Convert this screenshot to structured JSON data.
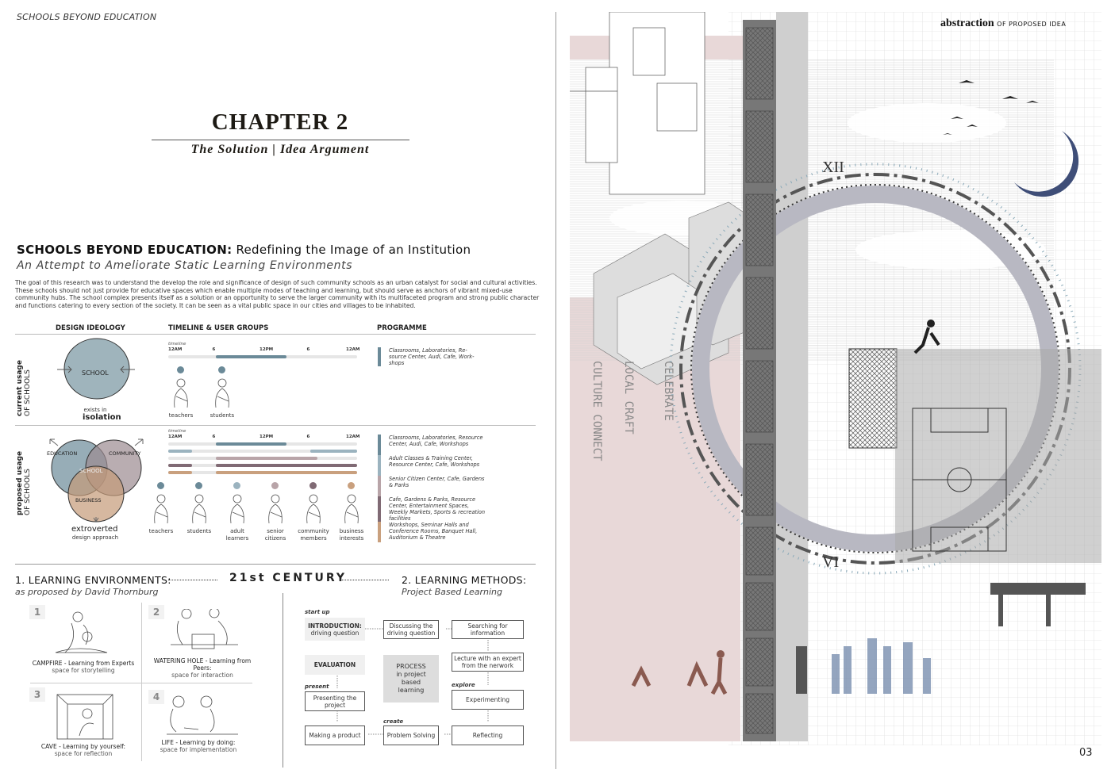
{
  "running_header": "SCHOOLS BEYOND EDUCATION",
  "chapter": {
    "title": "CHAPTER 2",
    "subtitle": "The Solution | Idea Argument"
  },
  "intro": {
    "heading_bold": "SCHOOLS BEYOND EDUCATION:",
    "heading_rest": "Redefining the Image of an Institution",
    "subheading": "An Attempt to Ameliorate Static Learning Environments",
    "body": "The goal of this research was to understand the develop the role and significance of design of such community schools as an urban catalyst for social and cultural activities. These schools should not just provide for educative spaces which enable multiple modes of teaching and learning, but should serve as anchors of vibrant mixed-use community hubs. The school complex presents itself as a solution or an opportunity to serve the larger community with its multifaceted program and strong public character and functions catering to every section of the society. It can be seen as a vital public space in our cities and villages to be inhabited."
  },
  "table": {
    "headers": [
      "DESIGN IDEOLOGY",
      "TIMELINE & USER GROUPS",
      "PROGRAMME"
    ],
    "timeline_label": "timeline",
    "ticks": [
      "12AM",
      "6",
      "12PM",
      "6",
      "12AM"
    ],
    "current": {
      "row_label_bold": "current usage",
      "row_label": "OF SCHOOLS",
      "circle_label": "SCHOOL",
      "caption_small": "exists in",
      "caption_big": "isolation",
      "bars": [
        {
          "color": "#6b8a98",
          "segments": [
            [
              6,
              15
            ]
          ]
        }
      ],
      "users": [
        {
          "label": "teachers",
          "color": "#6b8a98"
        },
        {
          "label": "students",
          "color": "#6b8a98"
        }
      ],
      "programme": [
        {
          "text": "Classrooms, Laboratories, Re-source Center, Audi, Cafe, Work-shops",
          "color": "#6b8a98"
        }
      ]
    },
    "proposed": {
      "row_label_bold": "proposed usage",
      "row_label": "OF SCHOOLS",
      "venn": [
        "EDUCATION",
        "COMMUNITY",
        "BUSINESS",
        "SCHOOL"
      ],
      "caption_big": "extroverted",
      "caption_small": "design approach",
      "bars": [
        {
          "color": "#6b8a98",
          "segments": [
            [
              6,
              15
            ]
          ]
        },
        {
          "color": "#9bb3bf",
          "segments": [
            [
              0,
              3
            ],
            [
              18,
              24
            ]
          ]
        },
        {
          "color": "#b8a4a8",
          "segments": [
            [
              6,
              19
            ]
          ]
        },
        {
          "color": "#806a74",
          "segments": [
            [
              0,
              3
            ],
            [
              6,
              24
            ]
          ]
        },
        {
          "color": "#c9a07e",
          "segments": [
            [
              0,
              3
            ],
            [
              6,
              24
            ]
          ]
        }
      ],
      "users": [
        {
          "label": "teachers",
          "color": "#6b8a98"
        },
        {
          "label": "students",
          "color": "#6b8a98"
        },
        {
          "label": "adult learners",
          "color": "#9bb3bf"
        },
        {
          "label": "senior citizens",
          "color": "#b8a4a8"
        },
        {
          "label": "community members",
          "color": "#806a74"
        },
        {
          "label": "business interests",
          "color": "#c9a07e"
        }
      ],
      "programme": [
        {
          "text": "Classrooms, Laboratories, Resource Center, Audi, Cafe, Workshops",
          "color": "#6b8a98"
        },
        {
          "text": "Adult Classes & Training Center, Resource Center, Cafe, Workshops",
          "color": "#9bb3bf"
        },
        {
          "text": "Senior Citizen Center, Cafe, Gardens & Parks",
          "color": "#b8a4a8"
        },
        {
          "text": "Cafe, Gardens & Parks, Resource Center, Entertainment Spaces, Weekly Markets, Sports & recreation facilities",
          "color": "#806a74"
        },
        {
          "text": "Workshops, Seminar Halls and Conference Rooms, Banquet Hall, Auditorium & Theatre",
          "color": "#c9a07e"
        }
      ]
    }
  },
  "century": "21st CENTURY",
  "environments": {
    "title": "1. LEARNING ENVIRONMENTS:",
    "subtitle": "as proposed by David Thornburg",
    "items": [
      {
        "num": "1",
        "title": "CAMPFIRE - Learning from Experts",
        "sub": "space for storytelling"
      },
      {
        "num": "2",
        "title": "WATERING HOLE - Learning from Peers:",
        "sub": "space for interaction"
      },
      {
        "num": "3",
        "title": "CAVE - Learning by yourself:",
        "sub": "space for reflection"
      },
      {
        "num": "4",
        "title": "LIFE - Learning by doing:",
        "sub": "space for implementation"
      }
    ]
  },
  "methods": {
    "title": "2. LEARNING METHODS:",
    "subtitle": "Project Based Learning",
    "labels": {
      "start": "start up",
      "present": "present",
      "explore": "explore",
      "create": "create"
    },
    "intro_bold": "INTRODUCTION:",
    "intro_sub": "driving question",
    "evaluation": "EVALUATION",
    "process": [
      "PROCESS",
      "in project",
      "based",
      "learning"
    ],
    "boxes": {
      "discussing": "Discussing the driving question",
      "searching": "Searching for information",
      "lecture": "Lecture with an expert from the nerwork",
      "experimenting": "Experimenting",
      "reflecting": "Reflecting",
      "problem": "Problem Solving",
      "making": "Making a product",
      "presenting": "Presenting the project"
    }
  },
  "right": {
    "title_bold": "abstraction",
    "title_rest": "OF PROPOSED IDEA",
    "clock_top": "XII",
    "clock_bottom": "VI",
    "page_number": "03"
  }
}
